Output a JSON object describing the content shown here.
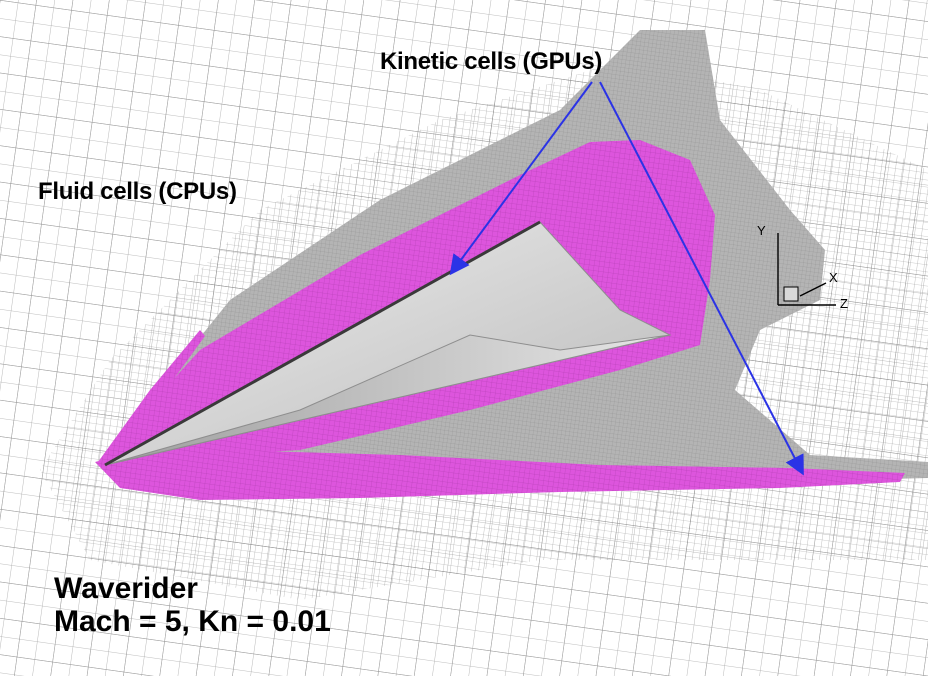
{
  "annotations": {
    "kinetic_label": "Kinetic cells (GPUs)",
    "fluid_label": "Fluid cells (CPUs)"
  },
  "caption": {
    "title": "Waverider",
    "params": "Mach = 5, Kn = 0.01"
  },
  "axes_triad": {
    "x": "X",
    "y": "Y",
    "z": "Z"
  },
  "colors": {
    "background": "#ffffff",
    "mesh_line": "#9a9a9a",
    "kinetic_region": "#dd55dd",
    "shock_region": "#a8a8a8",
    "body": "#d8d8d8",
    "arrow": "#2b33e6"
  }
}
